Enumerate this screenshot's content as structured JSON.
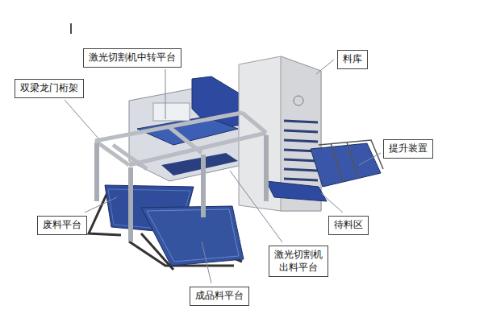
{
  "diagram": {
    "nodes": [
      {
        "text": [
          "激光切割机中转平台"
        ]
      },
      {
        "text": [
          "料库"
        ]
      },
      {
        "text": [
          "双梁龙门桁架"
        ]
      },
      {
        "text": [
          "提升装置"
        ]
      },
      {
        "text": [
          "废料平台"
        ]
      },
      {
        "text": [
          "待料区"
        ]
      },
      {
        "text": [
          "激光切割机 出料平台"
        ]
      },
      {
        "text": [
          "成品料平台"
        ]
      }
    ]
  }
}
